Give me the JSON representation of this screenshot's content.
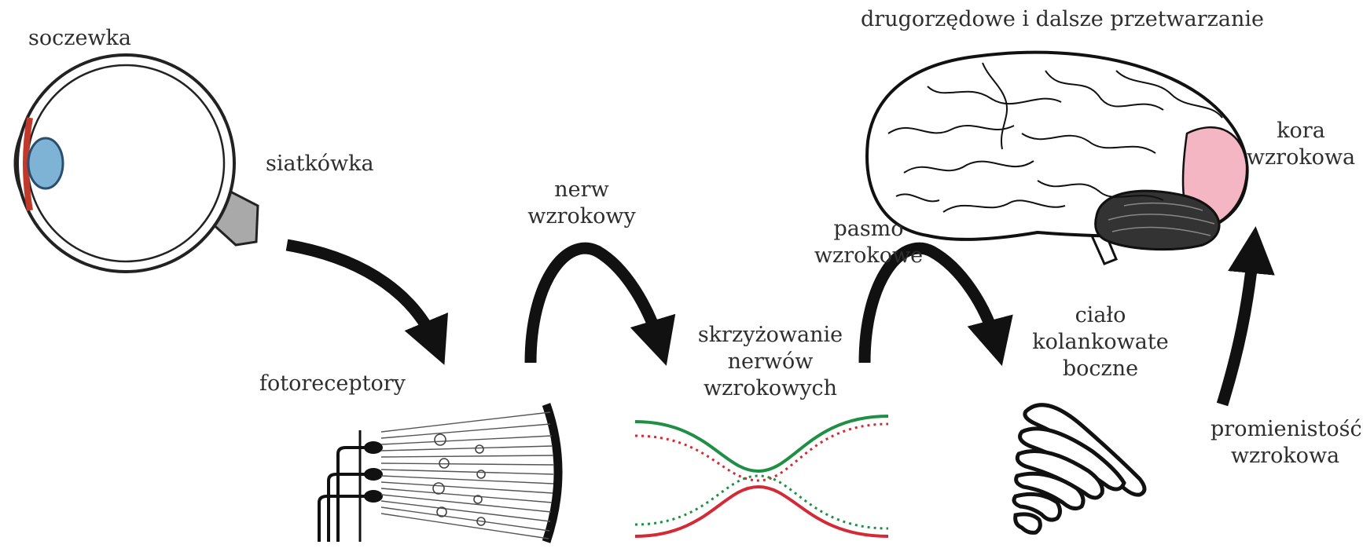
{
  "labels": {
    "lens": "soczewka",
    "retina": "siatkówka",
    "photoreceptors": "fotoreceptory",
    "optic_nerve": [
      "nerw",
      "wzrokowy"
    ],
    "optic_chiasm": [
      "skrzyżowanie",
      "nerwów",
      "wzrokowych"
    ],
    "optic_tract": [
      "pasmo",
      "wzrokowe"
    ],
    "lgn": [
      "ciało",
      "kolankowate",
      "boczne"
    ],
    "higher_processing": "drugorzędowe i dalsze przetwarzanie",
    "visual_cortex": [
      "kora",
      "wzrokowa"
    ],
    "optic_radiation": [
      "promienistość",
      "wzrokowa"
    ]
  },
  "colors": {
    "ink": "#111111",
    "text": "#2e2e2e",
    "eye_lens": "#7fb3d5",
    "eye_red": "#c0392b",
    "nerve_stub": "#a9a9a9",
    "cortex": "#f4b6c2",
    "cerebellum": "#333333",
    "fiber_green": "#1e8f45",
    "fiber_red": "#d42a35"
  }
}
